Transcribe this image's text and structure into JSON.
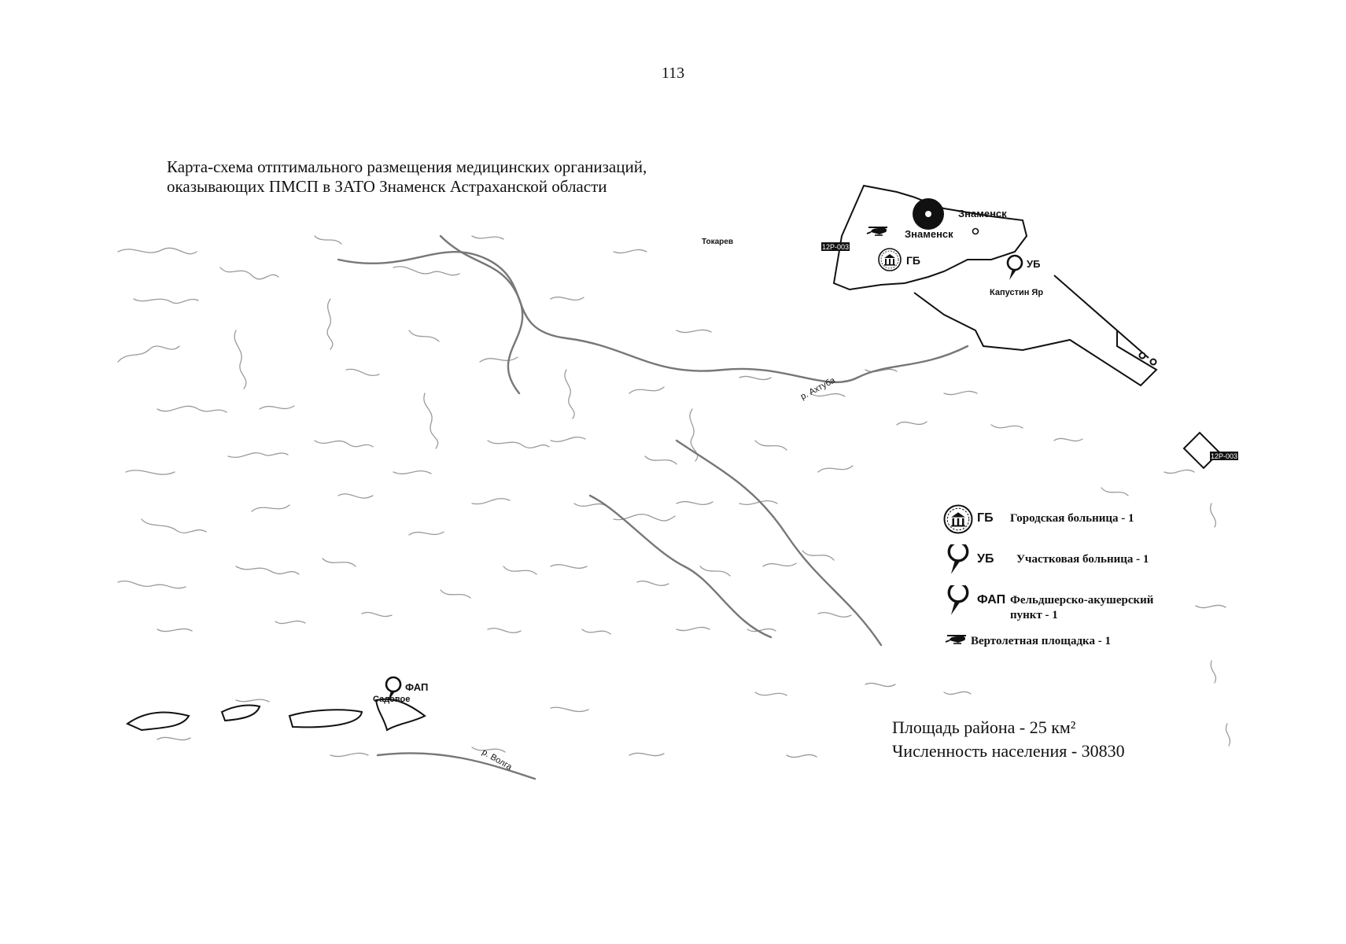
{
  "page_number": "113",
  "title": {
    "line1": "Карта-схема отптимального размещения медицинских организаций,",
    "line2": "оказывающих ПМСП в ЗАТО Знаменск Астраханской области"
  },
  "map_labels": {
    "znamensk_top": "Знаменск",
    "znamensk_city": "Знаменск",
    "tokarev": "Токарев",
    "kapustin_yar": "Капустин Яр",
    "gb": "ГБ",
    "ub": "УБ",
    "road_1": "12Р-003",
    "road_2": "12Р-003",
    "river_akhtuba": "р. Ахтуба",
    "river_volga": "р. Волга",
    "fap": "ФАП",
    "sadovoe": "Садовое"
  },
  "legend": {
    "gb_abbr": "ГБ",
    "gb_text": "Городская больница - 1",
    "ub_abbr": "УБ",
    "ub_text": "Участковая больница - 1",
    "fap_abbr": "ФАП",
    "fap_text_1": "Фельдшерско-акушерский",
    "fap_text_2": "пункт - 1",
    "heli_text": "Вертолетная площадка - 1"
  },
  "stats": {
    "area": "Площадь района - 25 км²",
    "population": "Численность населения - 30830"
  },
  "icons": [
    "hospital-icon",
    "location-pin-icon",
    "helicopter-icon",
    "city-marker-icon"
  ]
}
